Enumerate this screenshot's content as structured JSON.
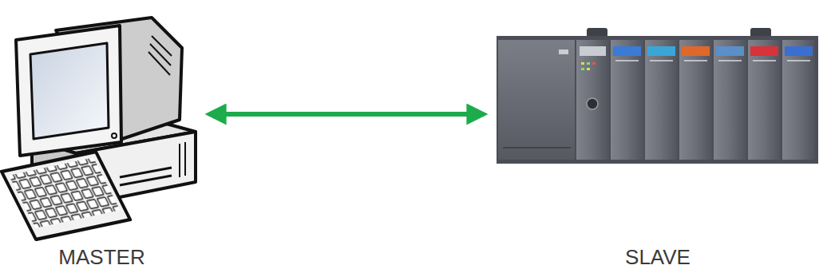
{
  "diagram": {
    "nodes": [
      {
        "text": [
          "MASTER"
        ]
      },
      {
        "text": [
          "SLAVE"
        ]
      }
    ],
    "edges": [
      {
        "from": 0,
        "to": 1,
        "arrow": "both"
      }
    ]
  }
}
